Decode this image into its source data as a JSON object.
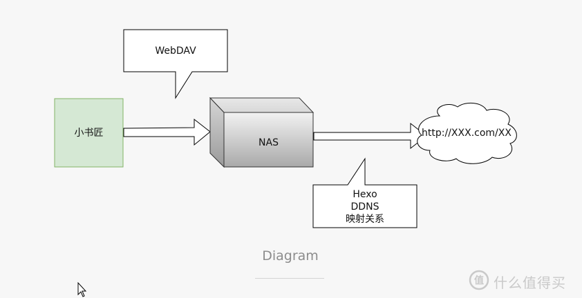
{
  "diagram": {
    "nodes": {
      "source": "小书匠",
      "nas": "NAS",
      "cloud": "http://XXX.com/XX"
    },
    "callouts": {
      "top": "WebDAV",
      "bottom_lines": [
        "Hexo",
        "DDNS",
        "映射关系"
      ]
    },
    "caption": "Diagram"
  },
  "watermark": {
    "text": "什么值得买",
    "icon": "zhi-logo-icon"
  },
  "colors": {
    "source_fill": "#d5e8d4",
    "source_stroke": "#82b366",
    "cube_light": "#f4f4f4",
    "cube_dark": "#b3b3b3",
    "stroke": "#000000"
  }
}
